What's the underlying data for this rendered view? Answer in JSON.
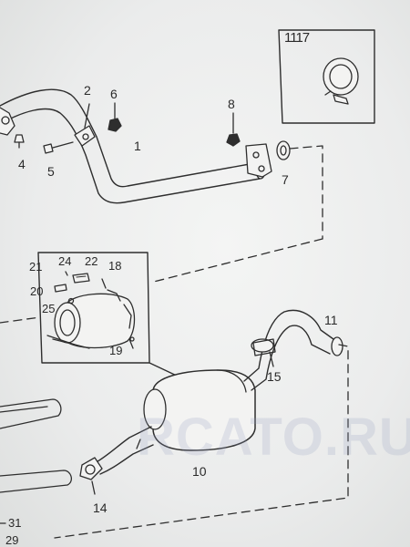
{
  "labels": {
    "l1": "1",
    "l2": "2",
    "l4": "4",
    "l5": "5",
    "l6": "6",
    "l7": "7",
    "l8": "8",
    "l10": "10",
    "l11": "11",
    "l14": "14",
    "l15": "15",
    "l17": "1117",
    "l18": "18",
    "l19": "19",
    "l20": "20",
    "l21": "21",
    "l22": "22",
    "l24": "24",
    "l25": "25",
    "l29": "29",
    "l31": "31"
  },
  "watermark": "RCATO.RU",
  "colors": {
    "line": "#2e2e2e",
    "fill": "#f3f3f2",
    "watermark": "#96a0be"
  }
}
